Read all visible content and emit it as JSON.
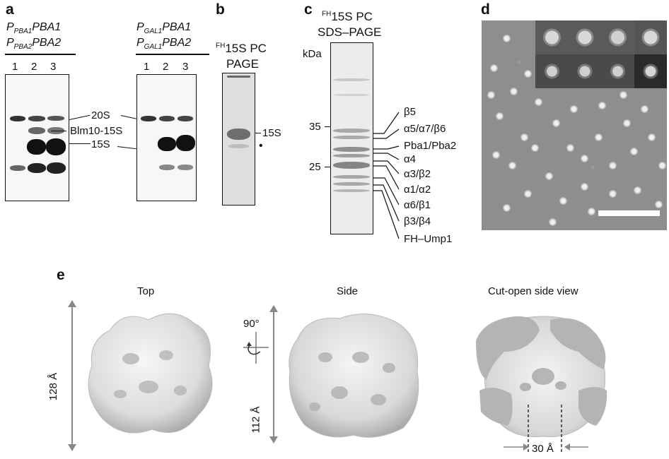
{
  "panels": {
    "a": "a",
    "b": "b",
    "c": "c",
    "d": "d",
    "e": "e"
  },
  "panel_a": {
    "left_genotype": {
      "line1_P": "P",
      "line1_sub": "PBA1",
      "line1_gene": "PBA1",
      "line2_P": "P",
      "line2_sub": "PBA2",
      "line2_gene": "PBA2"
    },
    "right_genotype": {
      "line1_P": "P",
      "line1_sub": "GAL1",
      "line1_gene": "PBA1",
      "line2_P": "P",
      "line2_sub": "GAL1",
      "line2_gene": "PBA2"
    },
    "lanes_left": [
      "1",
      "2",
      "3"
    ],
    "lanes_right": [
      "1",
      "2",
      "3"
    ],
    "labels": {
      "twenty_s": "20S",
      "blm": "Blm10-15S",
      "fifteen_s": "15S"
    }
  },
  "panel_b": {
    "title_sup": "FH",
    "title_line1": "15S PC",
    "title_line2": "PAGE",
    "band_label": "15S",
    "dot": "•"
  },
  "panel_c": {
    "title_sup": "FH",
    "title_line1": "15S PC",
    "title_line2": "SDS–PAGE",
    "unit": "kDa",
    "markers": [
      "35",
      "25"
    ],
    "bands": [
      "β5",
      "α5/α7/β6",
      "Pba1/Pba2",
      "α4",
      "α3/β2",
      "α1/α2",
      "α6/β1",
      "β3/β4",
      "FH–Ump1"
    ]
  },
  "panel_e": {
    "views": [
      "Top",
      "Side",
      "Cut-open side view"
    ],
    "rotation": "90°",
    "dim_top": "128 Å",
    "dim_side": "112 Å",
    "dim_cut": "30 Å"
  }
}
